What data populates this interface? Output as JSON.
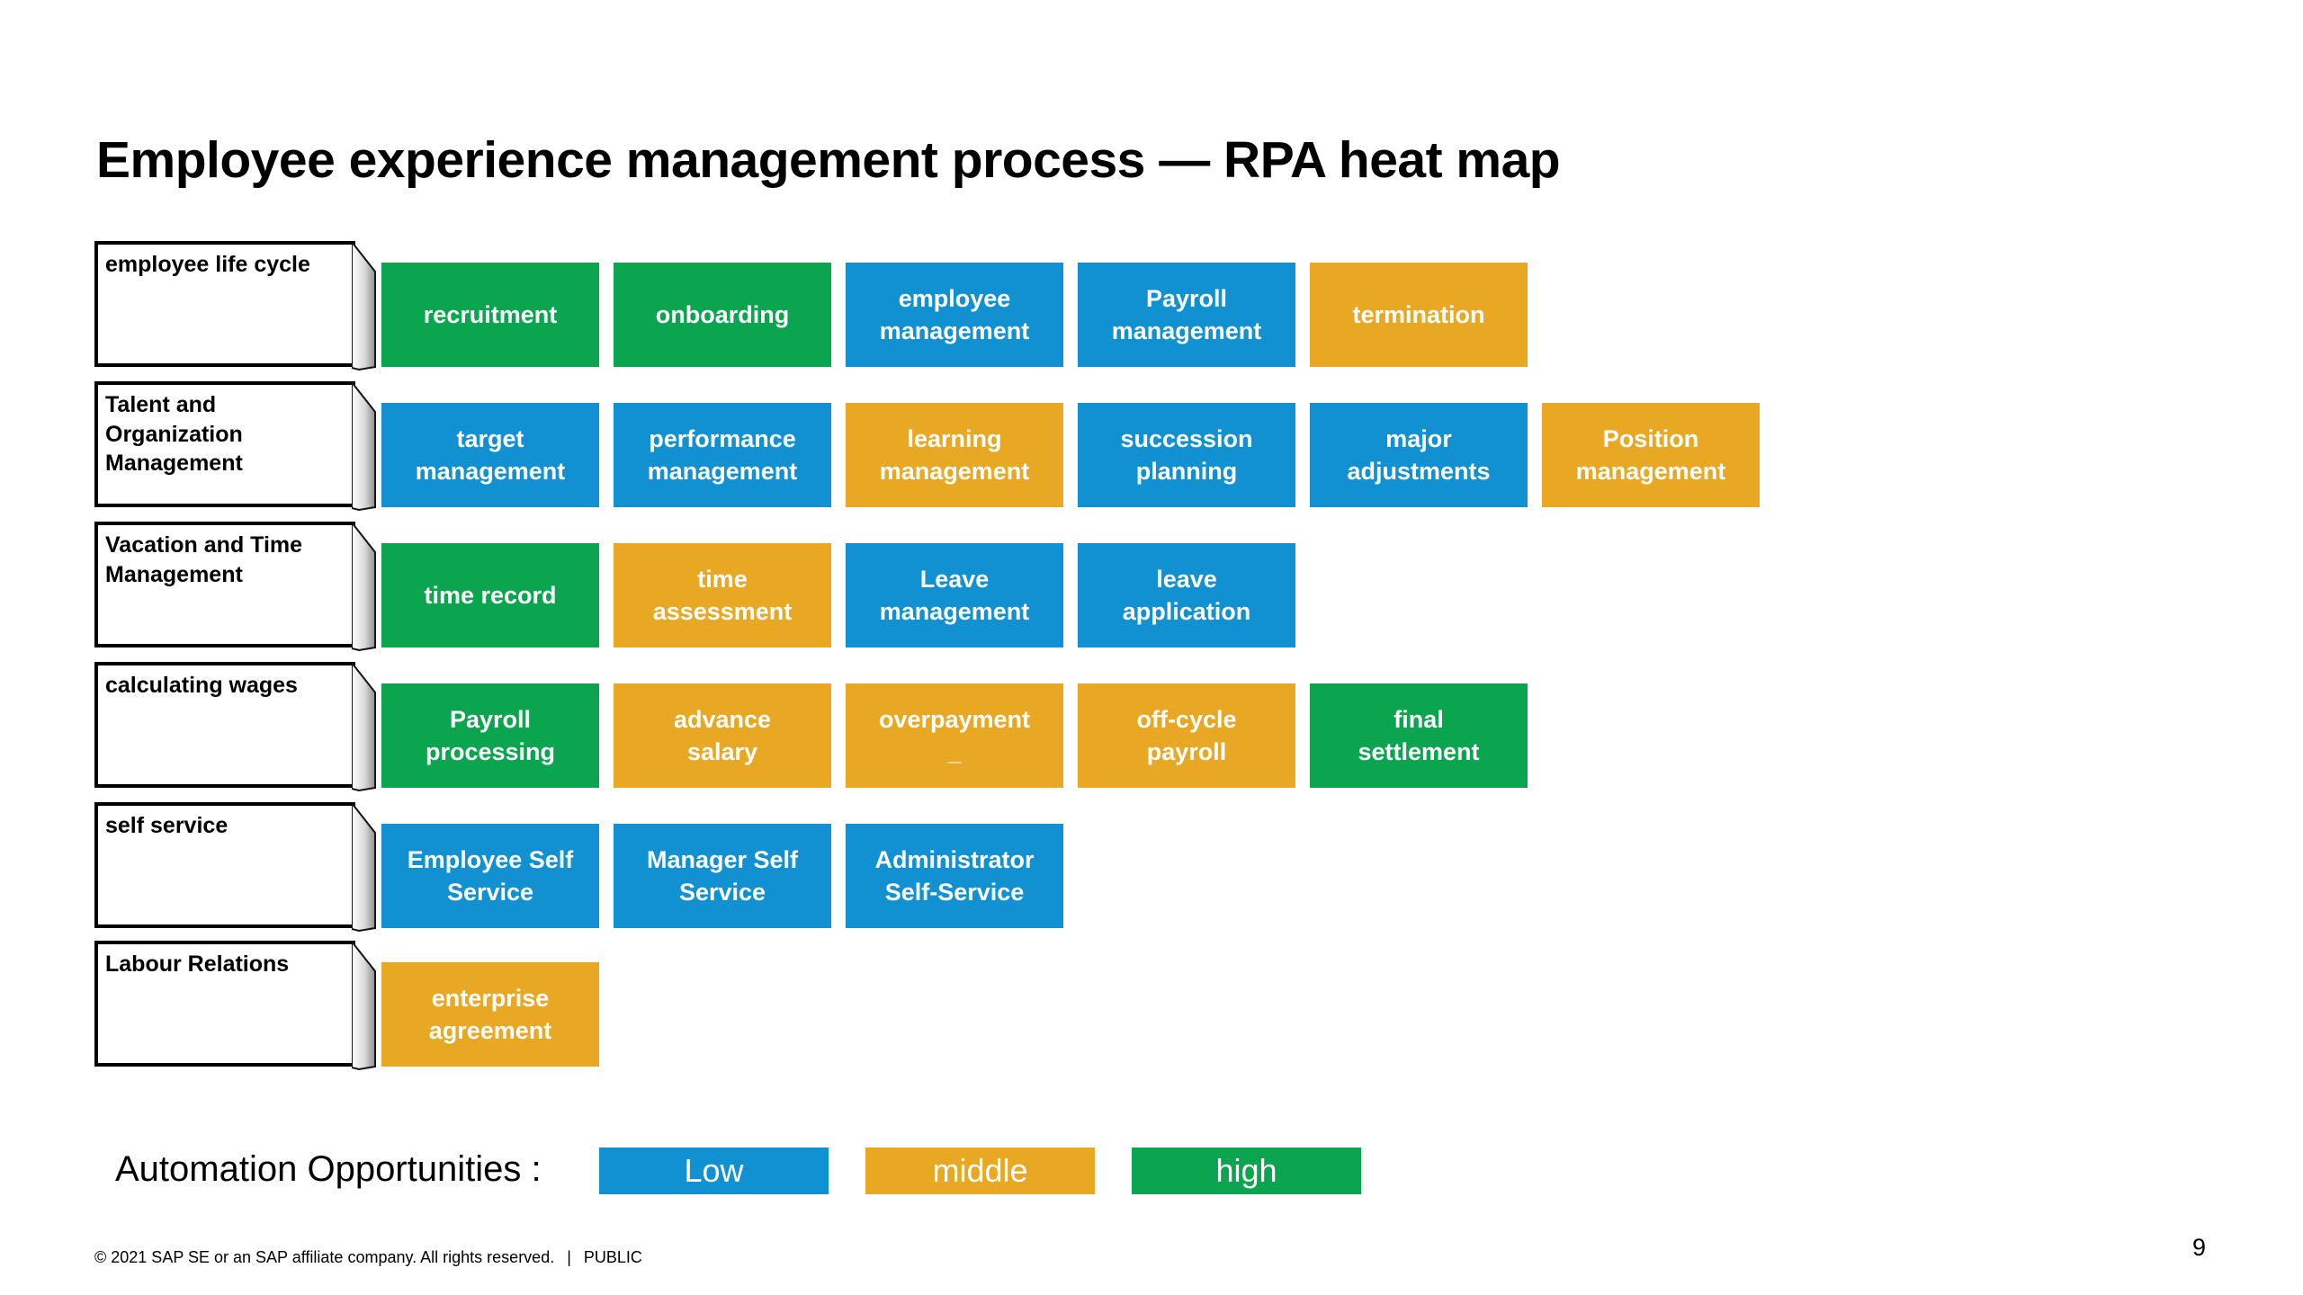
{
  "title": "Employee experience management process — RPA heat map",
  "colors": {
    "low": "#1191d2",
    "middle": "#e9a823",
    "high": "#0aa54e"
  },
  "rows": [
    {
      "label": "employee life cycle",
      "boxes": [
        {
          "text": "recruitment",
          "level": "high"
        },
        {
          "text": "onboarding",
          "level": "high"
        },
        {
          "text": "employee\nmanagement",
          "level": "low"
        },
        {
          "text": "Payroll\nmanagement",
          "level": "low"
        },
        {
          "text": "termination",
          "level": "middle"
        }
      ]
    },
    {
      "label": "Talent and Organization Management",
      "boxes": [
        {
          "text": "target\nmanagement",
          "level": "low"
        },
        {
          "text": "performance\nmanagement",
          "level": "low"
        },
        {
          "text": "learning\nmanagement",
          "level": "middle"
        },
        {
          "text": "succession\nplanning",
          "level": "low"
        },
        {
          "text": "major\nadjustments",
          "level": "low"
        },
        {
          "text": "Position\nmanagement",
          "level": "middle"
        }
      ]
    },
    {
      "label": "Vacation and Time Management",
      "boxes": [
        {
          "text": "time record",
          "level": "high"
        },
        {
          "text": "time\nassessment",
          "level": "middle"
        },
        {
          "text": "Leave\nmanagement",
          "level": "low"
        },
        {
          "text": "leave\napplication",
          "level": "low"
        }
      ]
    },
    {
      "label": "calculating wages",
      "boxes": [
        {
          "text": "Payroll\nprocessing",
          "level": "high"
        },
        {
          "text": "advance\nsalary",
          "level": "middle"
        },
        {
          "text": "overpayment\n_",
          "level": "middle"
        },
        {
          "text": "off-cycle\npayroll",
          "level": "middle"
        },
        {
          "text": "final\nsettlement",
          "level": "high"
        }
      ]
    },
    {
      "label": "self service",
      "boxes": [
        {
          "text": "Employee Self\nService",
          "level": "low"
        },
        {
          "text": "Manager Self\nService",
          "level": "low"
        },
        {
          "text": "Administrator\nSelf-Service",
          "level": "low"
        }
      ]
    },
    {
      "label": "Labour Relations",
      "boxes": [
        {
          "text": "enterprise\nagreement",
          "level": "middle"
        }
      ]
    }
  ],
  "legend": {
    "title": "Automation Opportunities :",
    "items": [
      {
        "label": "Low",
        "level": "low"
      },
      {
        "label": "middle",
        "level": "middle"
      },
      {
        "label": "high",
        "level": "high"
      }
    ]
  },
  "footer": {
    "copyright": "© 2021 SAP SE or an SAP affiliate company. All rights reserved.",
    "separator": "|",
    "classification": "PUBLIC",
    "page": "9"
  }
}
